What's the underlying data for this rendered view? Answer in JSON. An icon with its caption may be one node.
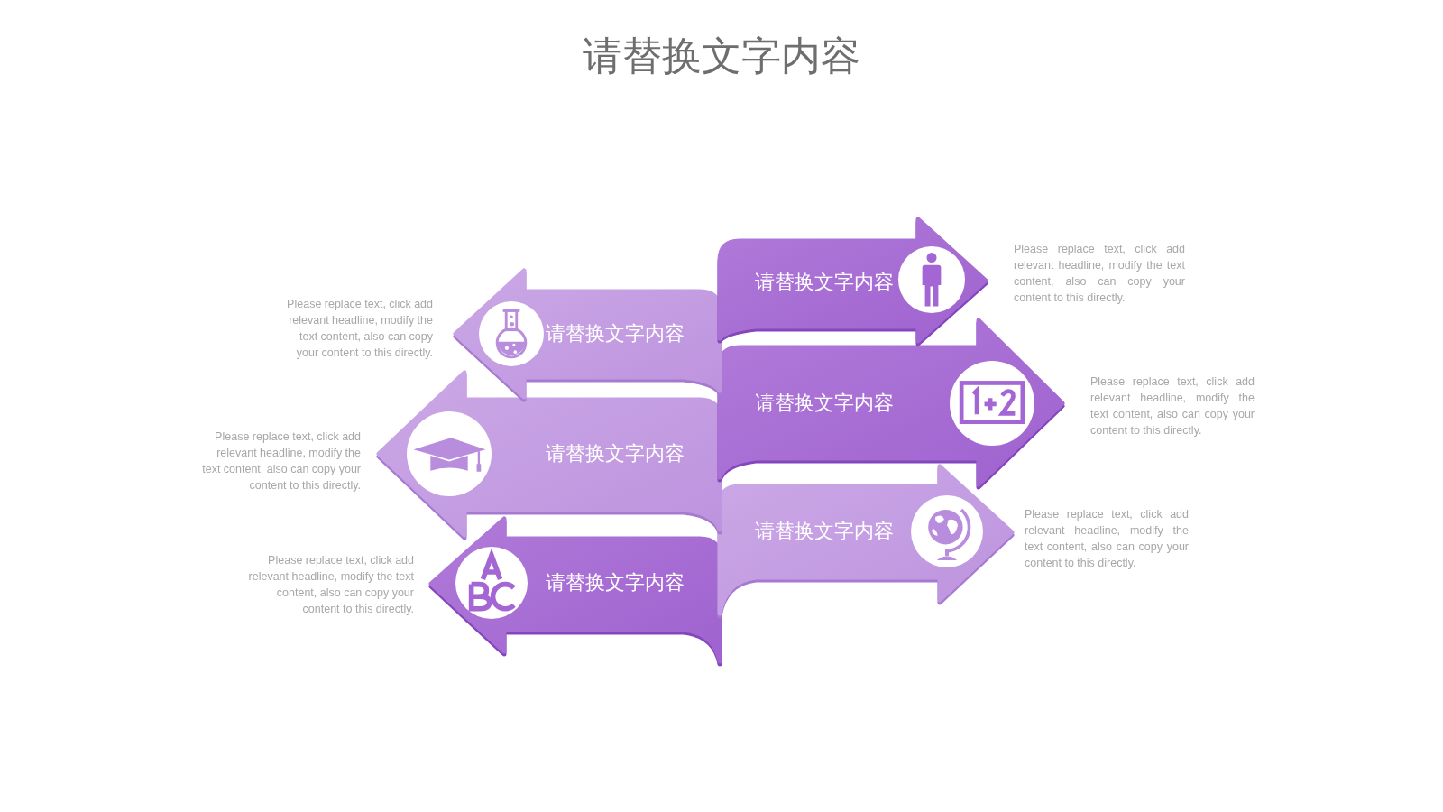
{
  "diagram": {
    "title": "请替换文字内容",
    "nodes": [
      {
        "text": [
          "请替换文字内容"
        ],
        "beside": [
          "Please replace text, click add relevant headline, modify the text content, also can copy your content to this directly."
        ]
      },
      {
        "text": [
          "请替换文字内容"
        ],
        "beside": [
          "Please replace text, click add relevant headline, modify the text content, also can copy your content to this directly."
        ]
      },
      {
        "text": [
          "请替换文字内容"
        ],
        "beside": [
          "Please replace text, click add relevant headline, modify the text content, also can copy your content to this directly."
        ]
      },
      {
        "text": [
          "请替换文字内容"
        ],
        "beside": [
          "Please replace text, click add relevant headline, modify the text content, also can copy your content to this directly."
        ]
      },
      {
        "text": [
          "请替换文字内容"
        ],
        "beside": [
          "Please replace text, click add relevant headline, modify the text content, also can copy your content to this directly."
        ]
      },
      {
        "text": [
          "请替换文字内容"
        ],
        "beside": [
          "Please replace text, click add relevant headline, modify the text content, also can copy your content to this directly."
        ]
      }
    ]
  }
}
